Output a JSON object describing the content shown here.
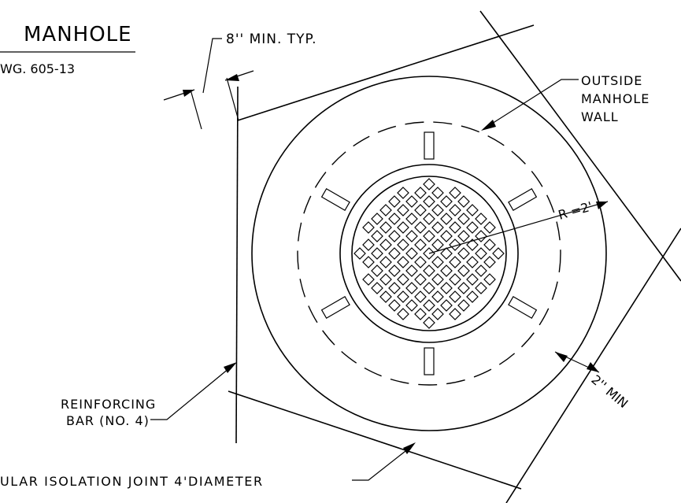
{
  "title": "MANHOLE",
  "drawing_ref": "WG. 605-13",
  "labels": {
    "min_spacing": "8'' MIN. TYP.",
    "outside_wall_line1": "OUTSIDE",
    "outside_wall_line2": "MANHOLE",
    "outside_wall_line3": "WALL",
    "radius": "R =2'",
    "min_clearance": "2'' MIN",
    "rebar_line1": "REINFORCING",
    "rebar_line2": "BAR (NO. 4)",
    "isolation_joint": "ULAR ISOLATION JOINT 4'DIAMETER"
  }
}
